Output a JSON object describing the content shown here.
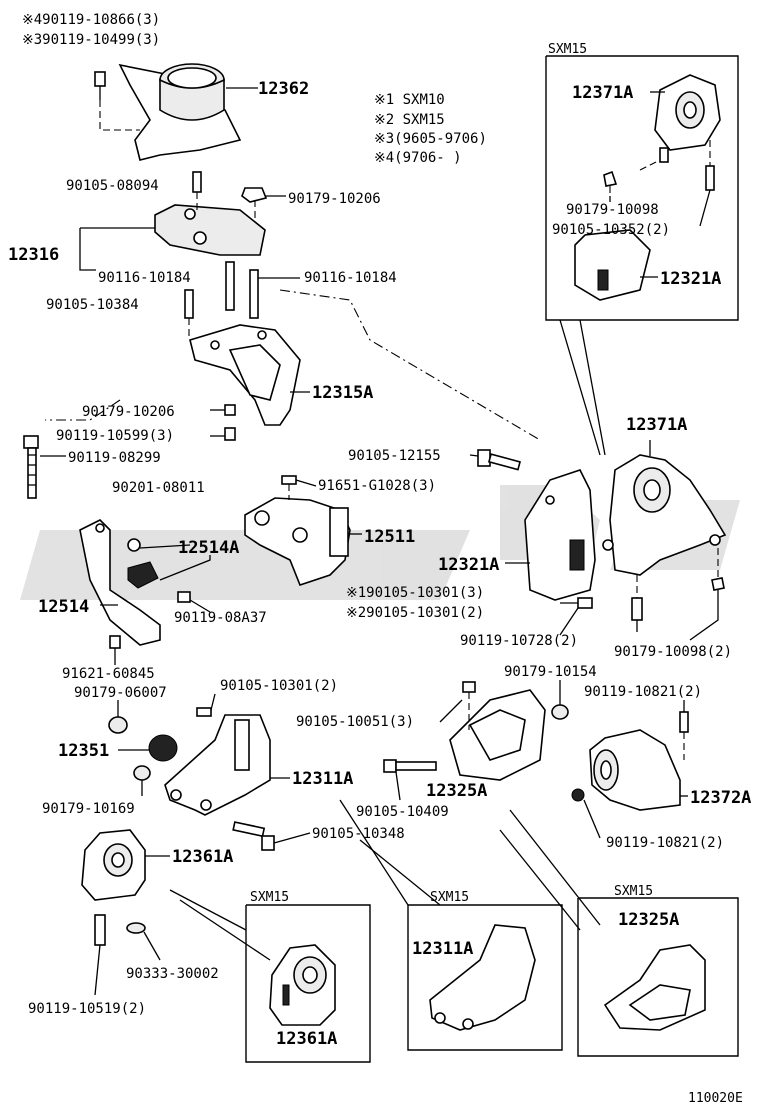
{
  "notes": {
    "top_line1": "※490119-10866(3)",
    "top_line2": "※390119-10499(3)",
    "legend": [
      "※1 SXM10",
      "※2 SXM15",
      "※3(9605-9706)",
      "※4(9706-      )"
    ]
  },
  "insets": {
    "top_right": "SXM15",
    "bottom_1": "SXM15",
    "bottom_2": "SXM15",
    "bottom_3": "SXM15"
  },
  "labels": {
    "p12362": "12362",
    "p90105_08094": "90105-08094",
    "p90179_10206a": "90179-10206",
    "p12316": "12316",
    "p90116_10184a": "90116-10184",
    "p90116_10184b": "90116-10184",
    "p90105_10384": "90105-10384",
    "p12315A": "12315A",
    "p90179_10206b": "90179-10206",
    "p90119_10599": "90119-10599(3)",
    "p90119_08299": "90119-08299",
    "p90201_08011": "90201-08011",
    "p12514A": "12514A",
    "p12514": "12514",
    "p90119_08A37": "90119-08A37",
    "p91621_60845": "91621-60845",
    "p90179_06007": "90179-06007",
    "p12351": "12351",
    "p90179_10169": "90179-10169",
    "p12361A": "12361A",
    "p90119_10519": "90119-10519(2)",
    "p90333_30002": "90333-30002",
    "p90105_12155": "90105-12155",
    "p91651_G1028": "91651-G1028(3)",
    "p12511": "12511",
    "p12321A": "12321A",
    "p90105_10301_1": "※190105-10301(3)",
    "p90105_10301_2": "※290105-10301(2)",
    "p90119_10728": "90119-10728(2)",
    "p90105_10301c": "90105-10301(2)",
    "p12311A": "12311A",
    "p90105_10348": "90105-10348",
    "p90105_10051": "90105-10051(3)",
    "p90179_10154": "90179-10154",
    "p12325A": "12325A",
    "p90105_10409": "90105-10409",
    "p12371A_main": "12371A",
    "p90179_10098_main": "90179-10098(2)",
    "p90119_10821a": "90119-10821(2)",
    "p12372A": "12372A",
    "p90119_10821b": "90119-10821(2)",
    "p12371A_inset": "12371A",
    "p90179_10098_inset": "90179-10098",
    "p90105_10352": "90105-10352(2)",
    "p12321A_inset": "12321A",
    "p12361A_inset": "12361A",
    "p12311A_inset": "12311A",
    "p12325A_inset": "12325A"
  },
  "figure_code": "110020E"
}
